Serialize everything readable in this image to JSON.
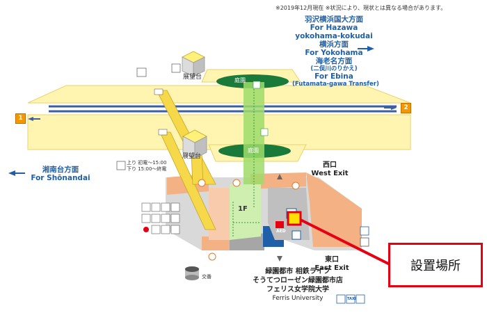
{
  "note": "※2019年12月現在 ※状況により、現状とは異なる場合があります。",
  "destinations_right": {
    "line1": "羽沢横浜国大方面",
    "line2": "For Hazawa",
    "line3": "yokohama-kokudai",
    "line4": "横浜方面",
    "line5": "For Yokohama",
    "line6": "海老名方面",
    "line7": "(二俣川のりかえ)",
    "line8": "For Ebina",
    "line9": "(Futamata-gawa Transfer)"
  },
  "destinations_left": {
    "line1": "湘南台方面",
    "line2": "For Shōnandai"
  },
  "platform_numbers": [
    "1",
    "2"
  ],
  "observation_deck_upper": "展望台",
  "observation_deck_lower": "展望台",
  "garden_upper": "庭園",
  "garden_lower": "庭園",
  "escalator_times": {
    "up": "上り 初電～15:00",
    "down": "下り 15:00～終電"
  },
  "floor_label": "1F",
  "west_exit": {
    "ja": "西口",
    "en": "West Exit"
  },
  "east_exit": {
    "ja": "東口",
    "en": "East Exit"
  },
  "koban": "交番",
  "aed": "AED",
  "facilities": {
    "line1": "緑園都市 相鉄ライフ",
    "line2": "そうてつローゼン緑園都市店",
    "line3": "フェリス女学院大学",
    "line4": "Ferris University"
  },
  "install_location": "設置場所",
  "taxi": "TAXI",
  "colors": {
    "platform": "#fff5b1",
    "platform_edge": "#e8d36a",
    "track": "#3a5fa3",
    "concourse": "#e8e8e8",
    "shop": "#f4b183",
    "green_path": "#9fdc6a",
    "garden": "#1a7a3a",
    "blue_text": "#1f5fa8",
    "highlight": "#e60012",
    "marker": "#ffe000"
  }
}
